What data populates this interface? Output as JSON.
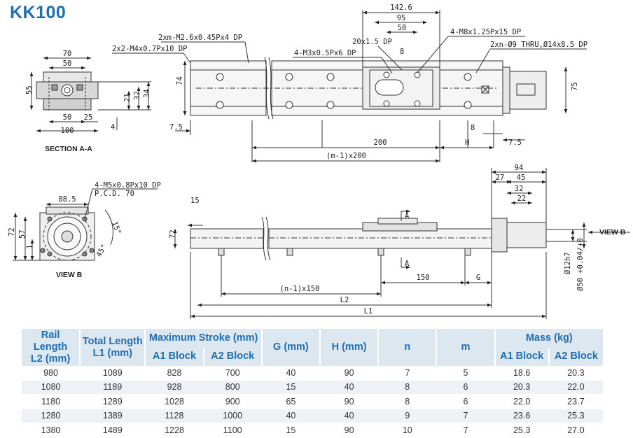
{
  "title": "KK100",
  "section_aa": {
    "caption": "SECTION A-A",
    "dims": {
      "w70": "70",
      "w50": "50",
      "w50b": "50",
      "w25": "25",
      "w100": "100",
      "h55": "55",
      "h21": "21",
      "h32": "32",
      "h34": "34",
      "h4": "4"
    }
  },
  "view_b": {
    "caption": "VIEW B",
    "dims": {
      "w88": "88.5",
      "h72": "72",
      "h57": "57",
      "h1": "1",
      "a15": "15°",
      "a45": "45°"
    },
    "notes": {
      "m5": "4-M5x0.8Px10 DP",
      "pcd": "P.C.D. 70"
    }
  },
  "top_view": {
    "dims": {
      "d142": "142.6",
      "d95": "95",
      "d50": "50",
      "d8": "8",
      "d74": "74",
      "d75": "75",
      "d7_5a": "7.5",
      "d7_5b": "7.5",
      "d8b": "8",
      "d200": "200",
      "dH": "H",
      "dm": "(m-1)x200"
    },
    "notes": {
      "m4": "2x2-M4x0.7Px10 DP",
      "m26": "2xm-M2.6x0.45Px4 DP",
      "m3": "4-M3x0.5Px6 DP",
      "p20": "20x1.5 DP",
      "m8": "4-M8x1.25Px15 DP",
      "thru": "2xn-Ø9 THRU,Ø14x8.5 DP"
    }
  },
  "side_view": {
    "dims": {
      "d94": "94",
      "d27": "27",
      "d45": "45",
      "d32": "32",
      "d22": "22",
      "d15": "15",
      "d72": "72",
      "d150": "150",
      "dG": "G",
      "dn": "(n-1)x150",
      "dL2": "L2",
      "dL1": "L1",
      "d12h7": "Ø12h7",
      "d50": "Ø50 +0.04/+0"
    },
    "labels": {
      "a_top": "A",
      "a_bottom": "A",
      "view_b": "VIEW B"
    }
  },
  "table": {
    "headers": {
      "rail_length": "Rail Length",
      "rail_unit": "L2 (mm)",
      "total_length": "Total Length",
      "total_unit": "L1 (mm)",
      "max_stroke": "Maximum  Stroke (mm)",
      "a1_block": "A1 Block",
      "a2_block": "A2 Block",
      "g": "G (mm)",
      "h": "H (mm)",
      "n": "n",
      "m": "m",
      "mass": "Mass (kg)",
      "mass_a1": "A1 Block",
      "mass_a2": "A2 Block"
    },
    "rows": [
      [
        "980",
        "1089",
        "828",
        "700",
        "40",
        "90",
        "7",
        "5",
        "18.6",
        "20.3"
      ],
      [
        "1080",
        "1189",
        "928",
        "800",
        "15",
        "40",
        "8",
        "6",
        "20.3",
        "22.0"
      ],
      [
        "1180",
        "1289",
        "1028",
        "900",
        "65",
        "90",
        "8",
        "6",
        "22.0",
        "23.7"
      ],
      [
        "1280",
        "1389",
        "1128",
        "1000",
        "40",
        "40",
        "9",
        "7",
        "23.6",
        "25.3"
      ],
      [
        "1380",
        "1489",
        "1228",
        "1100",
        "15",
        "90",
        "10",
        "7",
        "25.3",
        "27.0"
      ]
    ]
  }
}
